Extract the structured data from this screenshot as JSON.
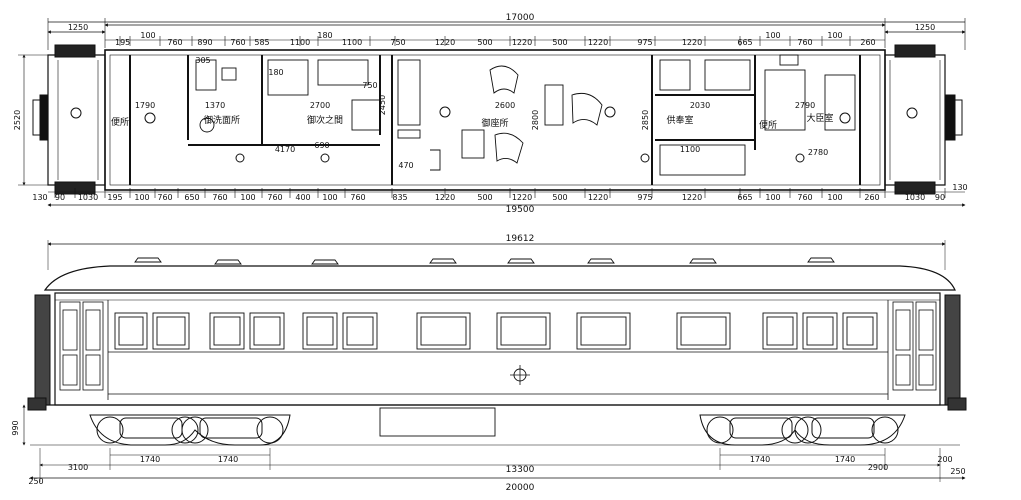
{
  "plan": {
    "top_total": "17000",
    "top_end_left": "1250",
    "top_end_right": "1250",
    "top_dims": [
      "195",
      "100",
      "760",
      "890",
      "760",
      "585",
      "1100",
      "180",
      "1100",
      "750",
      "1220",
      "500",
      "1220",
      "500",
      "1220",
      "975",
      "1220",
      "665",
      "100",
      "760",
      "100",
      "260"
    ],
    "bottom_total": "19500",
    "bottom_dims": [
      "130",
      "90",
      "1030",
      "195",
      "100",
      "760",
      "650",
      "760",
      "100",
      "760",
      "400",
      "100",
      "760",
      "835",
      "1220",
      "500",
      "1220",
      "500",
      "1220",
      "975",
      "1220",
      "665",
      "100",
      "760",
      "100",
      "260",
      "1030",
      "90",
      "130"
    ],
    "side_dims": [
      "1250",
      "2520",
      "2800",
      "2850",
      "2450"
    ],
    "interior_dims": [
      "1790",
      "1370",
      "2700",
      "4170",
      "2600",
      "2030",
      "2790",
      "2780",
      "305",
      "180",
      "750",
      "470",
      "1100",
      "690"
    ],
    "rooms": {
      "toilet_left": "便所",
      "washroom": "御洗面所",
      "attendant_room": "御次之間",
      "saloon": "御座所",
      "chamberlain_room": "供奉室",
      "toilet_right": "便所",
      "officials_room": "大臣室"
    }
  },
  "elevation": {
    "length_top": "19612",
    "bogie_left": [
      "1740",
      "1740"
    ],
    "bogie_right": [
      "1740",
      "1740"
    ],
    "left_offset": "3100",
    "right_offset": "2900",
    "center_span": "13300",
    "end_left": "250",
    "end_right": "250",
    "overall": "20000",
    "height_dim": "990",
    "small_dims": [
      "200"
    ]
  }
}
